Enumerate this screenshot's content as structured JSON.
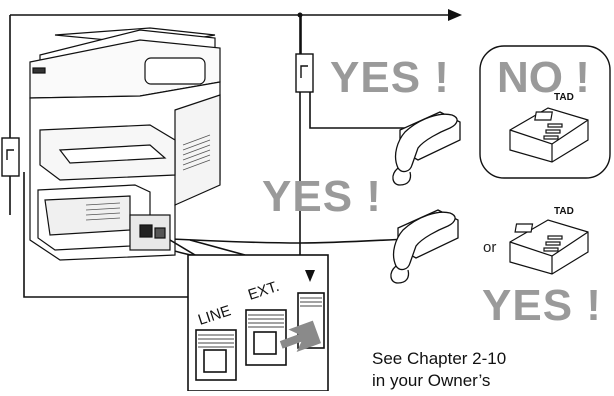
{
  "labels": {
    "yes_top": "YES !",
    "no": "NO !",
    "yes_middle": "YES !",
    "yes_bottom": "YES !",
    "or": "or",
    "see_line1": "See Chapter 2-10",
    "see_line2": "in your Owner’s",
    "tad_top": "TAD",
    "tad_bottom": "TAD",
    "jack_line": "LINE",
    "jack_ext": "EXT."
  },
  "colors": {
    "yes_gray": "#9a9a9a",
    "line_black": "#111111"
  }
}
